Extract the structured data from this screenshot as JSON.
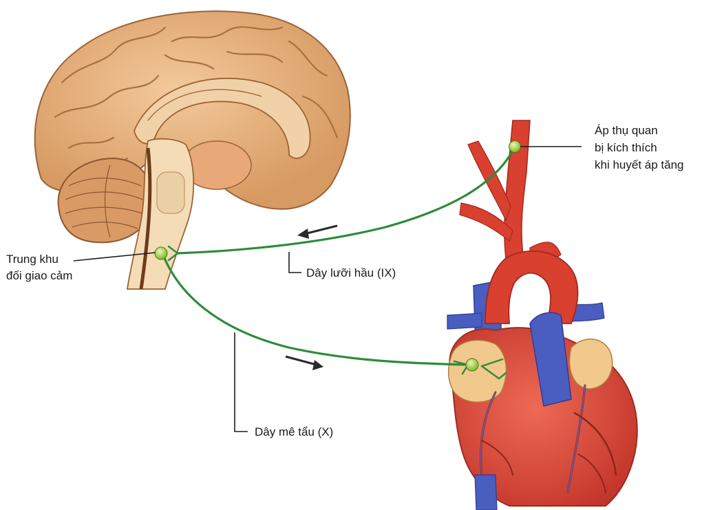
{
  "labels": {
    "receptor_line1": "Áp thụ quan",
    "receptor_line2": "bị kích thích",
    "receptor_line3": "khi huyết áp tăng",
    "center_line1": "Trung khu",
    "center_line2": "đối giao cảm",
    "nerve_ix": "Dây lưỡi hầu (IX)",
    "nerve_x": "Dây mê tẩu (X)"
  },
  "colors": {
    "nerve": "#2e8b3a",
    "node": "#9ccc3c",
    "brain": "#e6b283",
    "brain_fold": "#a8703f",
    "artery": "#d9402f",
    "vein": "#4a5ec0",
    "atrium": "#f1c98c"
  },
  "icons": [
    "brain-illustration",
    "heart-illustration",
    "arrow-left-icon",
    "arrow-right-icon"
  ]
}
